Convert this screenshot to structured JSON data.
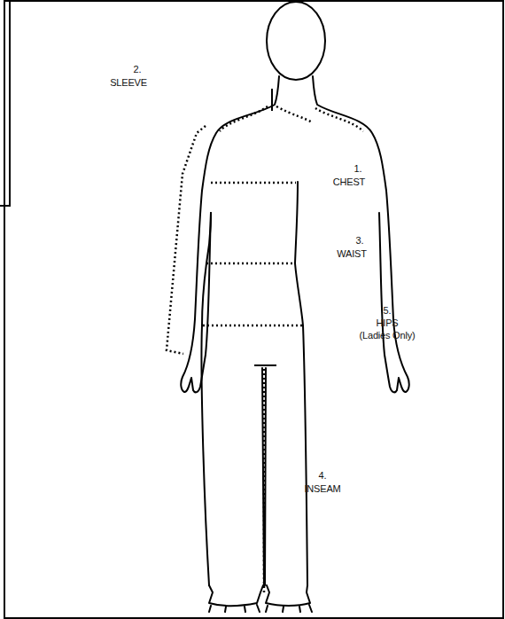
{
  "diagram": {
    "labels": [
      "2.",
      "SLEEVE",
      "1.",
      "CHEST",
      "3.",
      "WAIST",
      "5.",
      "HIPS",
      "(Ladies Only)",
      "4.",
      "INSEAM"
    ]
  }
}
